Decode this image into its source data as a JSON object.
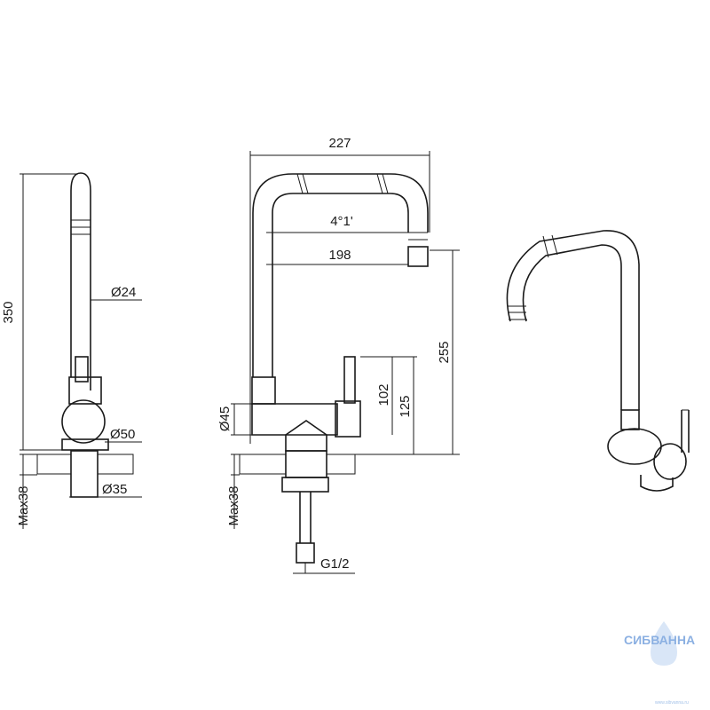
{
  "side_view": {
    "height": "350",
    "spout_diameter": "Ø24",
    "body_diameter": "Ø50",
    "mount_diameter": "Ø35",
    "counter_max": "Max38"
  },
  "front_view": {
    "reach": "227",
    "spout_angle": "4°1'",
    "inner_reach": "198",
    "spout_height": "255",
    "lever_height": "102",
    "body_height": "125",
    "body_diameter": "Ø45",
    "counter_max": "Max38",
    "thread": "G1/2"
  },
  "watermark": {
    "brand": "СИБВАННА",
    "url": "www.sibvanna.ru"
  }
}
